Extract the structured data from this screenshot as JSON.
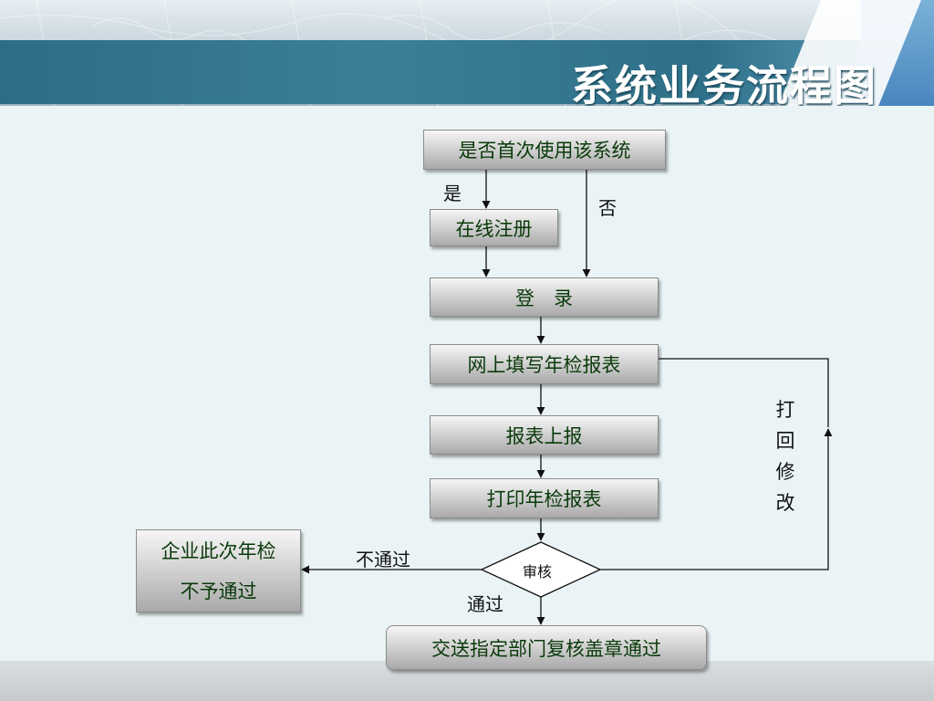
{
  "slide": {
    "title": "系统业务流程图"
  },
  "nodes": {
    "first_use": "是否首次使用该系统",
    "register": "在线注册",
    "login": "登　录",
    "fill_form": "网上填写年检报表",
    "submit": "报表上报",
    "print": "打印年检报表",
    "review": "审核",
    "reject_line1": "企业此次年检",
    "reject_line2": "不予通过",
    "final": "交送指定部门复核盖章通过"
  },
  "edge_labels": {
    "yes": "是",
    "no": "否",
    "fail": "不通过",
    "pass": "通过",
    "return_chars": [
      "打",
      "回",
      "修",
      "改"
    ]
  },
  "colors": {
    "banner": "#2e6d86",
    "node_text": "#0a3a0a",
    "background": "#eaf4f6"
  }
}
